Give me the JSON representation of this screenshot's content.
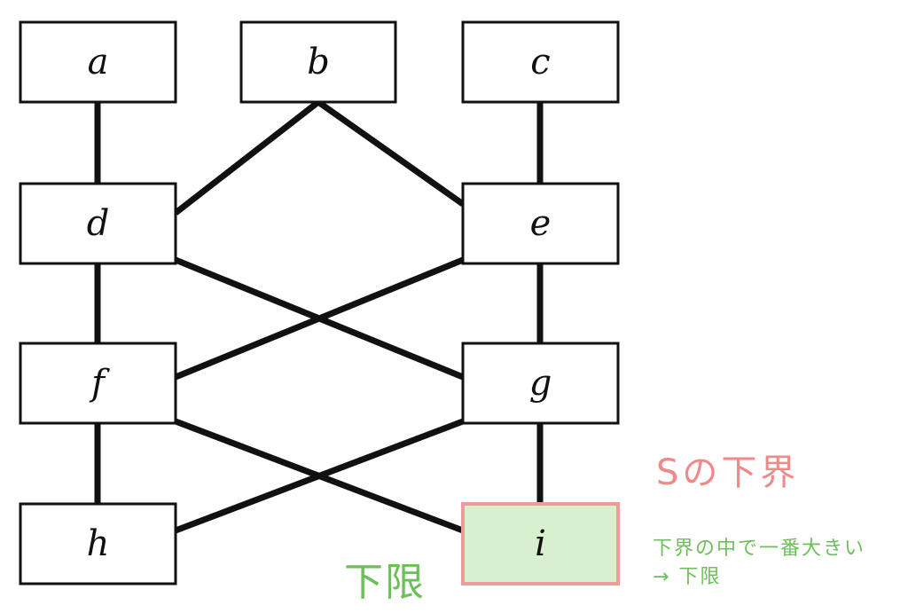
{
  "diagram": {
    "nodes": [
      {
        "id": "a",
        "label": "a",
        "highlight": false
      },
      {
        "id": "b",
        "label": "b",
        "highlight": false
      },
      {
        "id": "c",
        "label": "c",
        "highlight": false
      },
      {
        "id": "d",
        "label": "d",
        "highlight": false
      },
      {
        "id": "e",
        "label": "e",
        "highlight": false
      },
      {
        "id": "f",
        "label": "f",
        "highlight": false
      },
      {
        "id": "g",
        "label": "g",
        "highlight": false
      },
      {
        "id": "h",
        "label": "h",
        "highlight": false
      },
      {
        "id": "i",
        "label": "i",
        "highlight": true
      }
    ],
    "edges": [
      {
        "from": "a",
        "to": "d"
      },
      {
        "from": "b",
        "to": "d"
      },
      {
        "from": "b",
        "to": "e"
      },
      {
        "from": "c",
        "to": "e"
      },
      {
        "from": "d",
        "to": "f"
      },
      {
        "from": "d",
        "to": "g"
      },
      {
        "from": "e",
        "to": "f"
      },
      {
        "from": "e",
        "to": "g"
      },
      {
        "from": "f",
        "to": "h"
      },
      {
        "from": "f",
        "to": "i"
      },
      {
        "from": "g",
        "to": "h"
      },
      {
        "from": "g",
        "to": "i"
      }
    ]
  },
  "annotations": {
    "lower_bound": "Sの下界",
    "infimum": "下限",
    "explain_line1": "下界の中で一番大きい",
    "explain_line2": "→ 下限"
  },
  "colors": {
    "node_border": "#111111",
    "edge": "#111111",
    "highlight_fill": "#d9f0cf",
    "highlight_border": "#f29a9a",
    "pink_text": "#f08a8a",
    "green_text": "#6cbf5a"
  }
}
